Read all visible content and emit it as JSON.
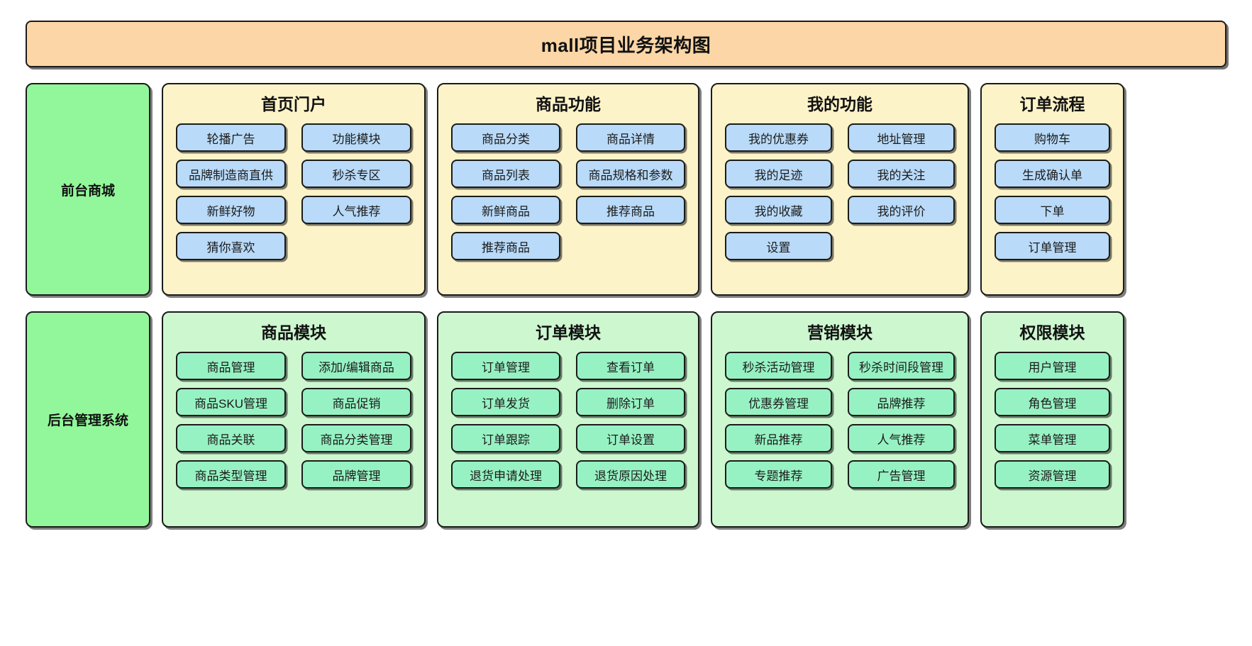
{
  "diagram": {
    "title": "mall项目业务架构图",
    "colors": {
      "title_banner_bg": "#fcd6a6",
      "layer_label_bg": "#92f79a",
      "front_group_bg": "#fcf3c8",
      "front_item_bg": "#b9daf8",
      "admin_group_bg": "#ccf7cf",
      "admin_item_bg": "#97f2c3",
      "border": "#1b1b1b"
    },
    "layers": [
      {
        "label": "前台商城",
        "groups": [
          {
            "title": "首页门户",
            "items": [
              "轮播广告",
              "功能模块",
              "品牌制造商直供",
              "秒杀专区",
              "新鲜好物",
              "人气推荐",
              "猜你喜欢"
            ]
          },
          {
            "title": "商品功能",
            "items": [
              "商品分类",
              "商品详情",
              "商品列表",
              "商品规格和参数",
              "新鲜商品",
              "推荐商品",
              "推荐商品"
            ]
          },
          {
            "title": "我的功能",
            "items": [
              "我的优惠券",
              "地址管理",
              "我的足迹",
              "我的关注",
              "我的收藏",
              "我的评价",
              "设置"
            ]
          },
          {
            "title": "订单流程",
            "items": [
              "购物车",
              "生成确认单",
              "下单",
              "订单管理"
            ]
          }
        ]
      },
      {
        "label": "后台管理系统",
        "groups": [
          {
            "title": "商品模块",
            "items": [
              "商品管理",
              "添加/编辑商品",
              "商品SKU管理",
              "商品促销",
              "商品关联",
              "商品分类管理",
              "商品类型管理",
              "品牌管理"
            ]
          },
          {
            "title": "订单模块",
            "items": [
              "订单管理",
              "查看订单",
              "订单发货",
              "删除订单",
              "订单跟踪",
              "订单设置",
              "退货申请处理",
              "退货原因处理"
            ]
          },
          {
            "title": "营销模块",
            "items": [
              "秒杀活动管理",
              "秒杀时间段管理",
              "优惠券管理",
              "品牌推荐",
              "新品推荐",
              "人气推荐",
              "专题推荐",
              "广告管理"
            ]
          },
          {
            "title": "权限模块",
            "items": [
              "用户管理",
              "角色管理",
              "菜单管理",
              "资源管理"
            ]
          }
        ]
      }
    ]
  }
}
